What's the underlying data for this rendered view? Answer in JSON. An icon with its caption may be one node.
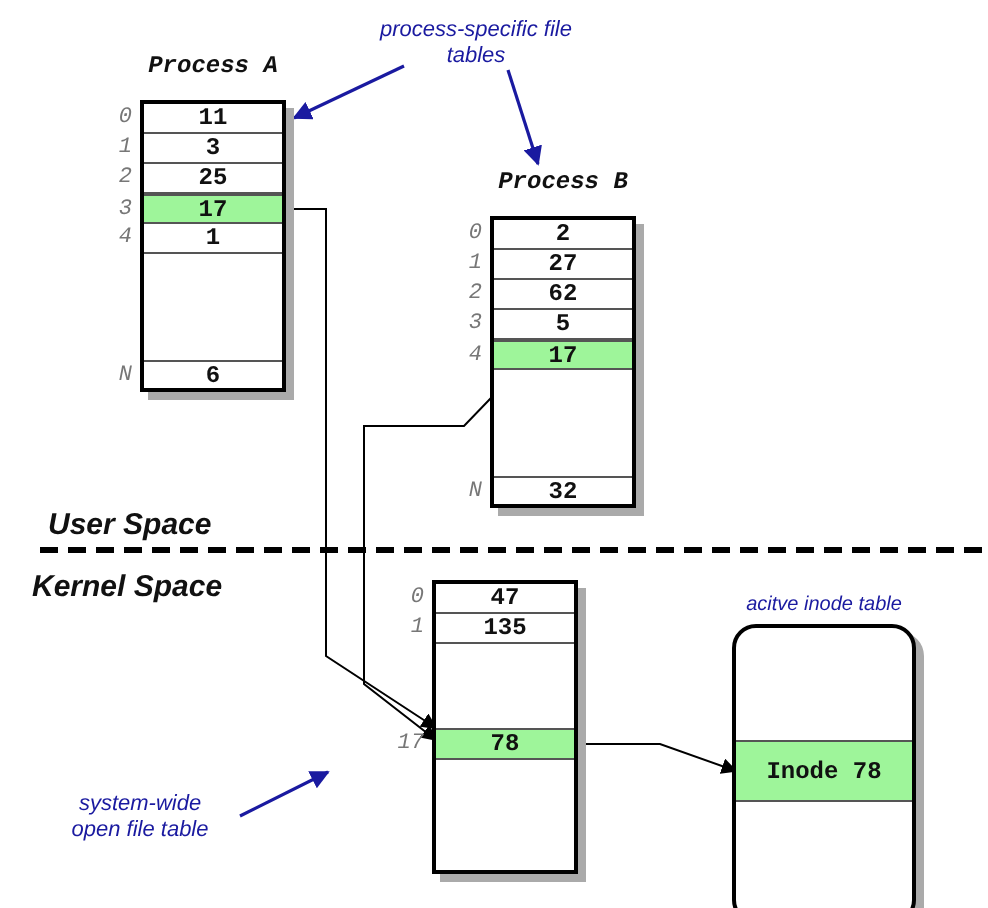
{
  "diagram": {
    "nodes": [
      {
        "text": [
          "Process A"
        ]
      },
      {
        "text": [
          "11"
        ],
        "in": 0,
        "beside": [
          "0"
        ]
      },
      {
        "text": [
          "3"
        ],
        "in": 0,
        "beside": [
          "1"
        ]
      },
      {
        "text": [
          "25"
        ],
        "in": 0,
        "beside": [
          "2"
        ]
      },
      {
        "text": [
          "17"
        ],
        "in": 0,
        "beside": [
          "3"
        ]
      },
      {
        "text": [
          "1"
        ],
        "in": 0,
        "beside": [
          "4"
        ]
      },
      {
        "text": [
          "6"
        ],
        "in": 0,
        "beside": [
          "N"
        ]
      },
      {
        "text": [
          "Process B"
        ]
      },
      {
        "text": [
          "2"
        ],
        "in": 7,
        "beside": [
          "0"
        ]
      },
      {
        "text": [
          "27"
        ],
        "in": 7,
        "beside": [
          "1"
        ]
      },
      {
        "text": [
          "62"
        ],
        "in": 7,
        "beside": [
          "2"
        ]
      },
      {
        "text": [
          "5"
        ],
        "in": 7,
        "beside": [
          "3"
        ]
      },
      {
        "text": [
          "17"
        ],
        "in": 7,
        "beside": [
          "4"
        ]
      },
      {
        "text": [
          "32"
        ],
        "in": 7,
        "beside": [
          "N"
        ]
      },
      {
        "text": [],
        "shape": "box"
      },
      {
        "text": [
          "47"
        ],
        "in": 14,
        "beside": [
          "0"
        ]
      },
      {
        "text": [
          "135"
        ],
        "in": 14,
        "beside": [
          "1"
        ]
      },
      {
        "text": [
          "78"
        ],
        "in": 14,
        "beside": [
          "17"
        ]
      },
      {
        "text": [
          "acitve inode table"
        ]
      },
      {
        "text": [
          "Inode 78"
        ],
        "in": 18
      },
      {
        "text": [
          "process-specific file tables"
        ]
      },
      {
        "text": [
          "system-wide open file table"
        ]
      }
    ],
    "edges": [
      {
        "from": 4,
        "to": 17,
        "arrow": "to"
      },
      {
        "from": 12,
        "to": 17,
        "arrow": "to"
      },
      {
        "from": 17,
        "to": 19,
        "arrow": "to"
      },
      {
        "from": 20,
        "to": 0,
        "arrow": "to",
        "color": "#1a1aa0"
      },
      {
        "from": 20,
        "to": 7,
        "arrow": "to",
        "color": "#1a1aa0"
      },
      {
        "from": 21,
        "to": null,
        "arrow": "to",
        "color": "#1a1aa0"
      }
    ],
    "labels": [
      "User Space",
      "Kernel Space"
    ]
  }
}
